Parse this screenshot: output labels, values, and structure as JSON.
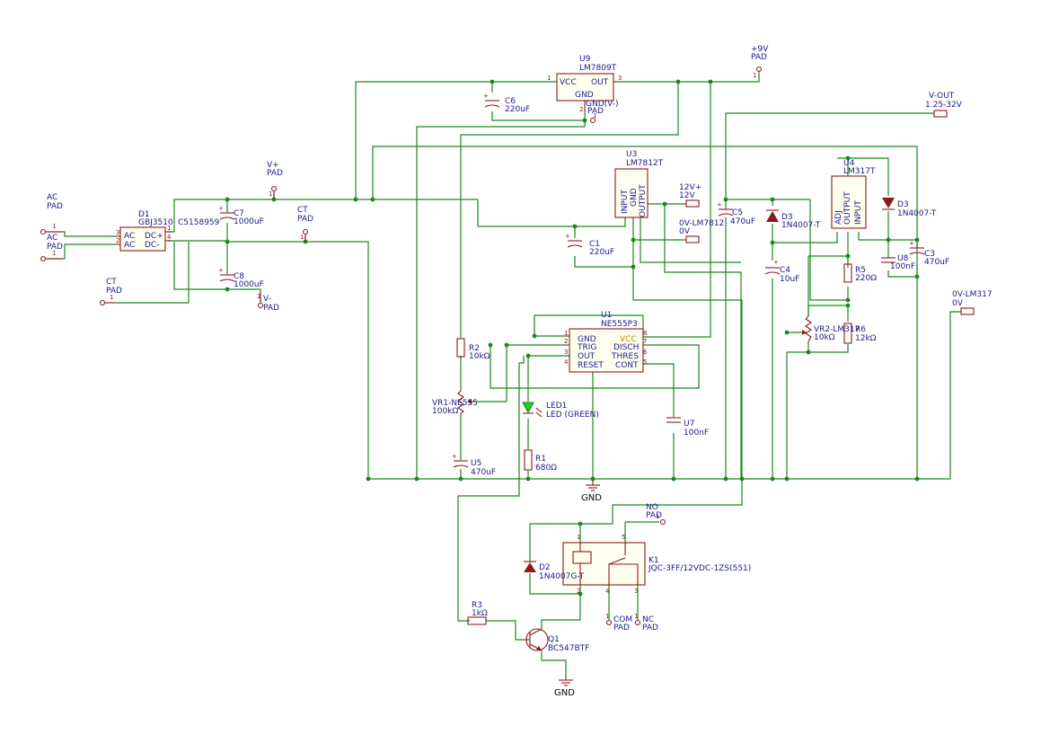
{
  "colors": {
    "wire": "#1a8a1a",
    "component": "#8b1a1a",
    "label": "#1a1a8c",
    "component_body": "#fffff0",
    "led": "#22cc22",
    "background": "#ffffff"
  },
  "components": {
    "ac1": {
      "type": "AC",
      "value": "PAD"
    },
    "ac2": {
      "type": "AC",
      "value": "PAD"
    },
    "d1": {
      "ref": "D1",
      "value": "GBJ3510",
      "extra": "C5158959",
      "pins": [
        "AC",
        "AC",
        "DC+",
        "DC-"
      ]
    },
    "c7": {
      "ref": "C7",
      "value": "1000uF"
    },
    "c8": {
      "ref": "C8",
      "value": "1000uF"
    },
    "vplus": {
      "type": "V+",
      "value": "PAD"
    },
    "ct1": {
      "type": "CT",
      "value": "PAD"
    },
    "ct2": {
      "type": "CT",
      "value": "PAD"
    },
    "vminus": {
      "type": "V-",
      "value": "PAD"
    },
    "u9": {
      "ref": "U9",
      "value": "LM7809T",
      "pins": [
        "VCC",
        "OUT",
        "GND"
      ]
    },
    "c6": {
      "ref": "C6",
      "value": "220uF"
    },
    "gndv": {
      "type": "GND(V-)",
      "value": "PAD"
    },
    "p9v": {
      "type": "+9V",
      "value": "PAD"
    },
    "u3": {
      "ref": "U3",
      "value": "LM7812T",
      "pins": [
        "INPUT",
        "GND",
        "OUTPUT"
      ]
    },
    "c1": {
      "ref": "C1",
      "value": "220uF"
    },
    "p12v": {
      "type": "12V+",
      "value": "12V"
    },
    "p0v12": {
      "type": "0V-LM7812",
      "value": "0V"
    },
    "c5": {
      "ref": "C5",
      "value": "470uF"
    },
    "d3a": {
      "ref": "D3",
      "value": "1N4007-T"
    },
    "c4": {
      "ref": "C4",
      "value": "10uF"
    },
    "u4": {
      "ref": "U4",
      "value": "LM317T",
      "pins": [
        "ADJ",
        "OUTPUT",
        "INPUT"
      ]
    },
    "d3b": {
      "ref": "D3",
      "value": "1N4007-T"
    },
    "u8": {
      "ref": "U8",
      "value": "100nF"
    },
    "c3": {
      "ref": "C3",
      "value": "470uF"
    },
    "r5": {
      "ref": "R5",
      "value": "220Ω"
    },
    "vr2": {
      "ref": "VR2-LM317",
      "value": "10kΩ"
    },
    "r6": {
      "ref": "R6",
      "value": "12kΩ"
    },
    "vout": {
      "type": "V-OUT",
      "value": "1.25-32V"
    },
    "p0v317": {
      "type": "0V-LM317",
      "value": "0V"
    },
    "u1": {
      "ref": "U1",
      "value": "NE555P3",
      "pins": [
        "GND",
        "TRIG",
        "OUT",
        "RESET",
        "VCC",
        "DISCH",
        "THRES",
        "CONT"
      ]
    },
    "r2": {
      "ref": "R2",
      "value": "10kΩ"
    },
    "vr1": {
      "ref": "VR1-NE555",
      "value": "100kΩ"
    },
    "u5": {
      "ref": "U5",
      "value": "470uF"
    },
    "led1": {
      "ref": "LED1",
      "value": "LED (GREEN)"
    },
    "r1": {
      "ref": "R1",
      "value": "680Ω"
    },
    "u7": {
      "ref": "U7",
      "value": "100nF"
    },
    "gnd": {
      "label": "GND"
    },
    "no": {
      "type": "NO",
      "value": "PAD"
    },
    "k1": {
      "ref": "K1",
      "value": "JQC-3FF/12VDC-1ZS(551)"
    },
    "d2": {
      "ref": "D2",
      "value": "1N4007G-T"
    },
    "com": {
      "type": "COM",
      "value": "PAD"
    },
    "nc": {
      "type": "NC",
      "value": "PAD"
    },
    "r3": {
      "ref": "R3",
      "value": "1kΩ"
    },
    "q1": {
      "ref": "Q1",
      "value": "BC547BTF"
    }
  },
  "pin_numbers": [
    "1",
    "2",
    "3",
    "4",
    "5",
    "6",
    "7",
    "8"
  ]
}
